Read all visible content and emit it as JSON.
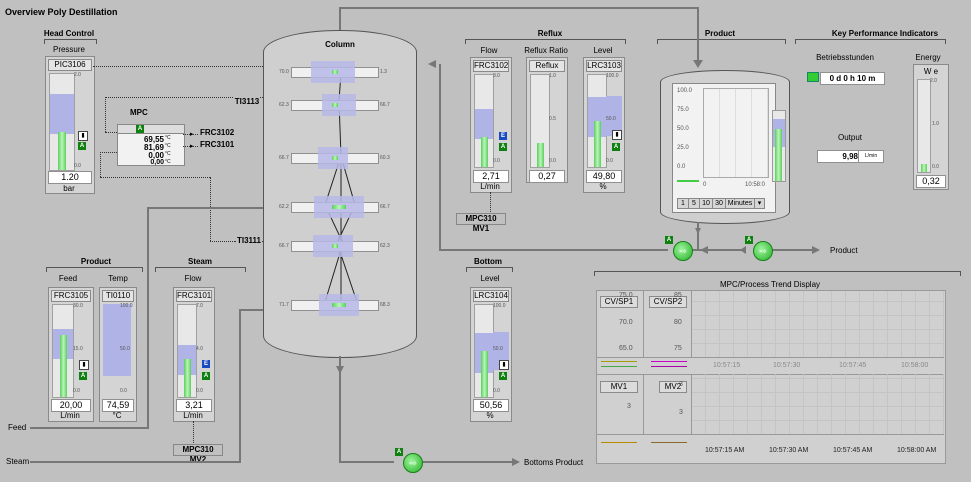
{
  "title": "Overview Poly Destillation",
  "head_control": {
    "section": "Head Control",
    "label": "Pressure",
    "tag": "PIC3106",
    "value": "1.20",
    "unit": "bar",
    "scale": [
      "2.0",
      "0.0"
    ]
  },
  "mpc": {
    "title": "MPC",
    "values": [
      "69,55",
      "81,69",
      "0,00",
      "0,00"
    ],
    "unit": "°C",
    "out1": "FRC3102",
    "out2": "FRC3101"
  },
  "ti_tags": {
    "t1": "TI3113",
    "t2": "TI3111"
  },
  "column": {
    "title": "Column",
    "left_scale": [
      "70.0",
      "62.3",
      "66.7",
      "62.2",
      "66.7",
      "71.7"
    ],
    "right_scale": [
      "1.3",
      "66.7",
      "60.3",
      "66.7",
      "62.3",
      "68.3"
    ]
  },
  "reflux": {
    "section": "Reflux",
    "flow": {
      "label": "Flow",
      "tag": "FRC3102",
      "value": "2,71",
      "unit": "L/min",
      "scale": [
        "3.0",
        "0.0"
      ]
    },
    "ratio": {
      "label": "Reflux Ratio",
      "tag": "Reflux",
      "value": "0,27",
      "scale": [
        "1.0",
        "0.5",
        "0.0"
      ]
    },
    "level": {
      "label": "Level",
      "tag": "LRC3103",
      "value": "49,80",
      "unit": "%",
      "scale": [
        "100.0",
        "50.0",
        "0.0"
      ]
    },
    "mv": "MPC310 MV1"
  },
  "product": {
    "section": "Product",
    "trend_y": [
      "100.0",
      "75.0",
      "50.0",
      "25.0",
      "0.0"
    ],
    "trend_x": [
      "0",
      "10:58:0"
    ],
    "buttons": [
      "1",
      "5",
      "10",
      "30",
      "Minutes"
    ],
    "out_label": "Product"
  },
  "kpi": {
    "section": "Key Performance Indicators",
    "betrieb_label": "Betriebsstunden",
    "betrieb_value": "0 d   0 h  10 m",
    "output_label": "Output",
    "output_value": "9,98",
    "output_unit": "L/min",
    "energy_label": "Energy",
    "energy_unit": "W e",
    "energy_value": "0,32",
    "energy_scale": [
      "2.0",
      "1.0",
      "0.0"
    ]
  },
  "product_in": {
    "section": "Product",
    "feed": {
      "label": "Feed",
      "tag": "FRC3105",
      "value": "20,00",
      "unit": "L/min",
      "scale": [
        "30.0",
        "15.0",
        "0.0"
      ]
    },
    "temp": {
      "label": "Temp",
      "tag": "TI0110",
      "value": "74,59",
      "unit": "°C",
      "scale": [
        "100.0",
        "50.0",
        "0.0"
      ]
    }
  },
  "steam": {
    "section": "Steam",
    "label": "Flow",
    "tag": "FRC3101",
    "value": "3,21",
    "unit": "L/min",
    "scale": [
      "7.0",
      "4.0",
      "0.0"
    ],
    "mv": "MPC310 MV2"
  },
  "bottom": {
    "section": "Bottom",
    "label": "Level",
    "tag": "LRC3104",
    "value": "50,56",
    "unit": "%",
    "scale": [
      "100.0",
      "50.0",
      "0.0"
    ],
    "out_label": "Bottoms Product"
  },
  "inputs": {
    "feed": "Feed",
    "steam": "Steam"
  },
  "trend": {
    "title": "MPC/Process Trend Display",
    "cv1": "CV/SP1",
    "cv2": "CV/SP2",
    "mv1": "MV1",
    "mv2": "MV2",
    "cv1_scale": [
      "75.0",
      "70.0",
      "65.0"
    ],
    "cv2_scale": [
      "85",
      "80",
      "75"
    ],
    "mv1_scale": [
      "3"
    ],
    "mv2_scale": [
      "3",
      "3"
    ],
    "x_top": [
      "10:57:15",
      "10:57:30",
      "10:57:45",
      "10:58:00"
    ],
    "x_bottom": [
      "10:57:15 AM",
      "10:57:30 AM",
      "10:57:45 AM",
      "10:58:00 AM"
    ]
  }
}
